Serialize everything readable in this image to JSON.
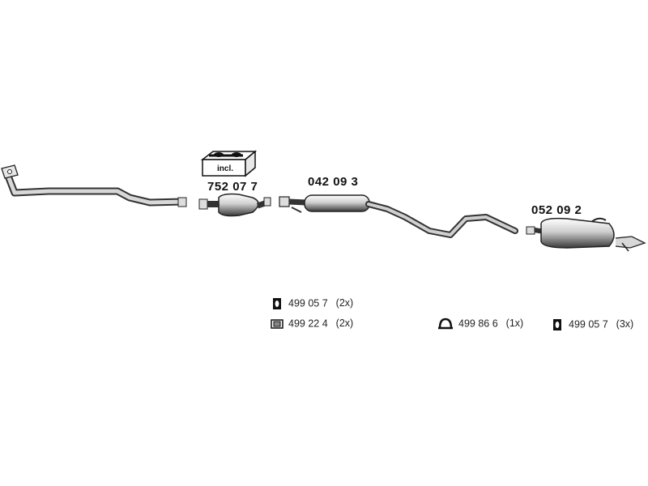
{
  "diagram": {
    "parts": {
      "catalyst": "752 07 7",
      "middle_silencer": "042 09 3",
      "rear_silencer": "052 09 2"
    },
    "incl_label": "incl.",
    "accessories": [
      {
        "number": "499 05 7",
        "qty": "(2x)",
        "icon": "rubber-hanger-icon"
      },
      {
        "number": "499 22 4",
        "qty": "(2x)",
        "icon": "mounting-clamp-icon"
      },
      {
        "number": "499 86 6",
        "qty": "(1x)",
        "icon": "pipe-clamp-icon"
      },
      {
        "number": "499 05 7",
        "qty": "(3x)",
        "icon": "rubber-hanger-icon"
      }
    ]
  }
}
